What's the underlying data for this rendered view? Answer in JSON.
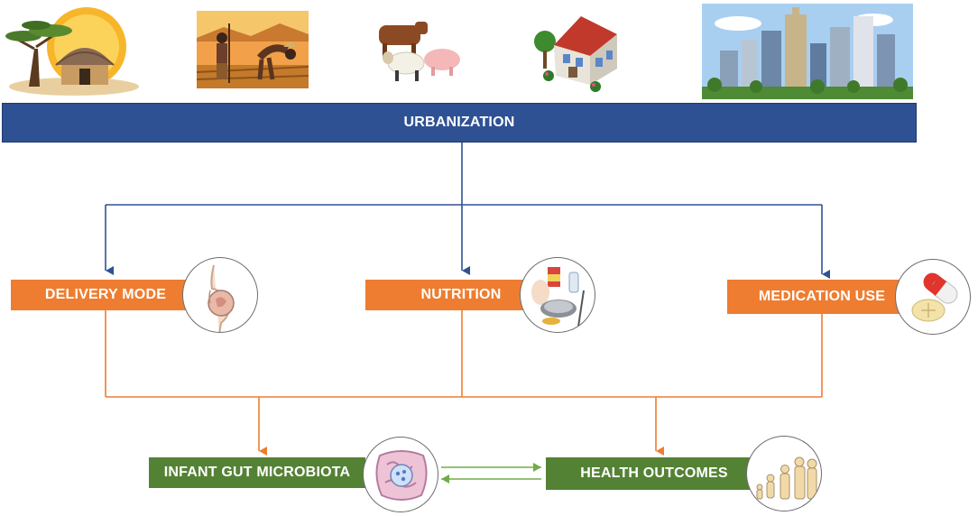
{
  "top_bar": {
    "label": "URBANIZATION",
    "color": "#2e5193"
  },
  "factors": [
    {
      "label": "DELIVERY MODE",
      "icon": "pregnancy-icon"
    },
    {
      "label": "NUTRITION",
      "icon": "food-icon"
    },
    {
      "label": "MEDICATION USE",
      "icon": "pill-icon"
    }
  ],
  "outcomes": [
    {
      "label": "INFANT GUT MICROBIOTA",
      "icon": "gut-microbiota-icon"
    },
    {
      "label": "HEALTH OUTCOMES",
      "icon": "human-growth-icon"
    }
  ],
  "top_illustrations": [
    "rural-hut-picture",
    "farming-picture",
    "livestock-picture",
    "house-picture",
    "city-skyline-picture"
  ],
  "colors": {
    "blue": "#2e5193",
    "orange": "#ee7d31",
    "green": "#548235"
  }
}
